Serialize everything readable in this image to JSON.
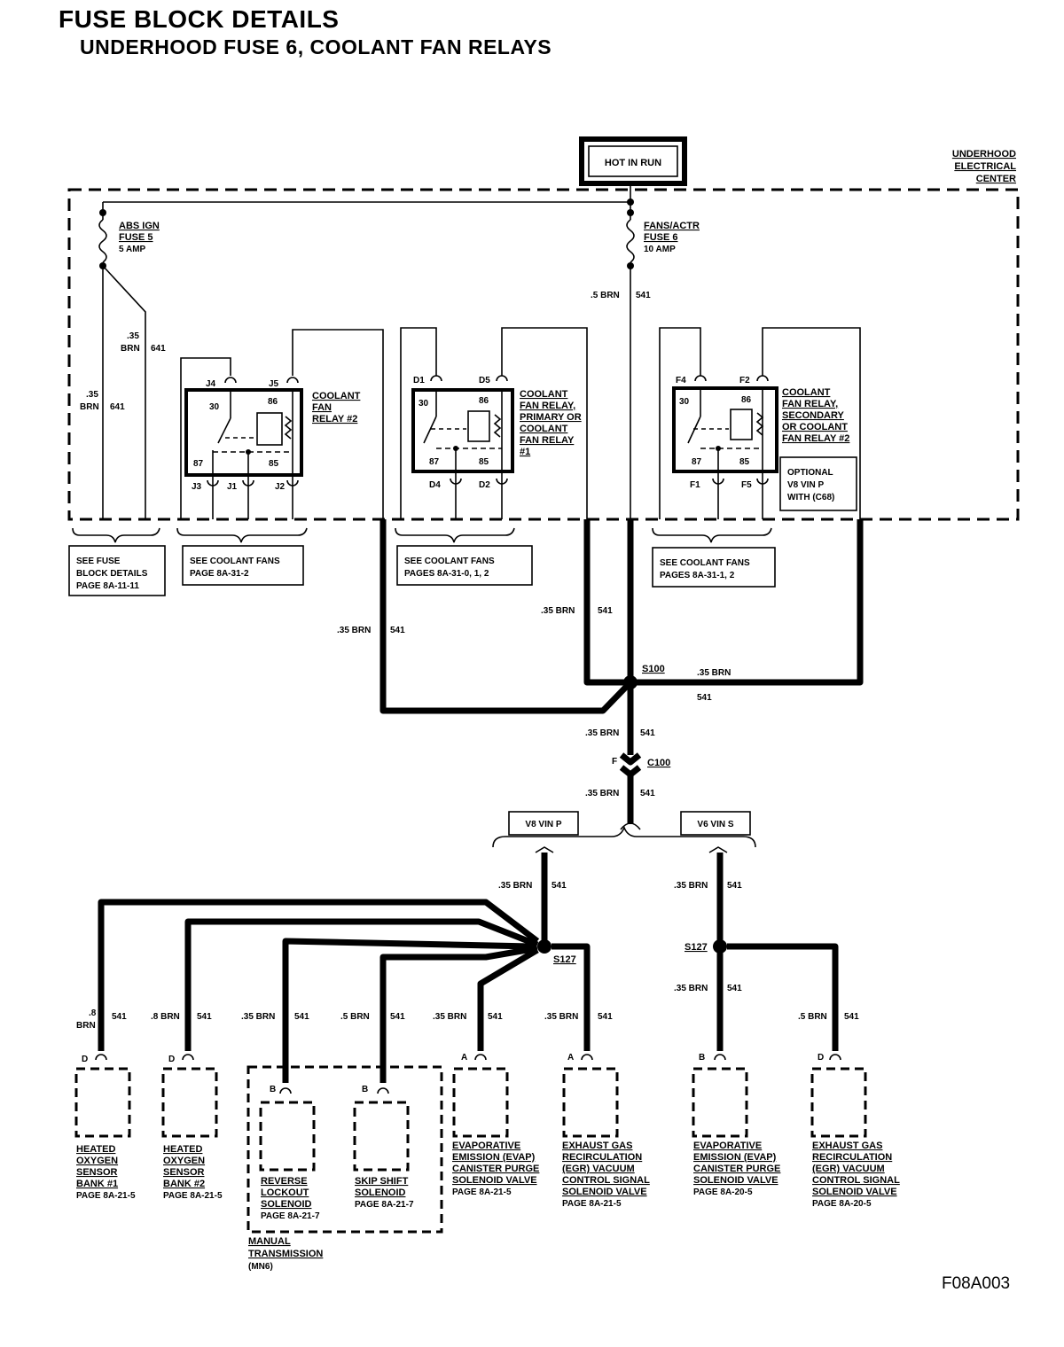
{
  "header": {
    "title": "FUSE BLOCK DETAILS",
    "subtitle": "UNDERHOOD FUSE 6, COOLANT FAN RELAYS"
  },
  "power": {
    "label": "HOT IN RUN"
  },
  "center": {
    "label1": "UNDERHOOD",
    "label2": "ELECTRICAL",
    "label3": "CENTER"
  },
  "fuse5": {
    "name": "ABS IGN",
    "num": "FUSE 5",
    "amp": "5 AMP"
  },
  "fuse6": {
    "name": "FANS/ACTR",
    "num": "FUSE 6",
    "amp": "10 AMP"
  },
  "wires": {
    "main_gauge": ".5 BRN",
    "circuit": "541",
    "brn35": ".35 BRN",
    "brn35_stack_a": ".35",
    "brn35_stack_b": "BRN",
    "c641": "641",
    "brn8": ".8 BRN",
    "g8_a": ".8",
    "g8_b": "BRN",
    "brn5": ".5 BRN"
  },
  "relays": {
    "r2": {
      "l1": "COOLANT",
      "l2": "FAN",
      "l3": "RELAY #2",
      "pins": {
        "j4": "J4",
        "j5": "J5",
        "j3": "J3",
        "j1": "J1",
        "j2": "J2"
      }
    },
    "r1": {
      "l1": "COOLANT",
      "l2": "FAN RELAY,",
      "l3": "PRIMARY OR",
      "l4": "COOLANT",
      "l5": "FAN RELAY",
      "l6": "#1",
      "pins": {
        "d1": "D1",
        "d5": "D5",
        "d4": "D4",
        "d2": "D2"
      }
    },
    "r3": {
      "l1": "COOLANT",
      "l2": "FAN RELAY,",
      "l3": "SECONDARY",
      "l4": "OR COOLANT",
      "l5": "FAN RELAY #2",
      "pins": {
        "f4": "F4",
        "f2": "F2",
        "f1": "F1",
        "f5": "F5"
      }
    },
    "term": {
      "t30": "30",
      "t86": "86",
      "t87": "87",
      "t85": "85"
    }
  },
  "optional": {
    "l1": "OPTIONAL",
    "l2": "V8 VIN P",
    "l3": "WITH (C68)"
  },
  "refs": {
    "fuseblock": {
      "l1": "SEE FUSE",
      "l2": "BLOCK DETAILS",
      "l3": "PAGE 8A-11-11"
    },
    "fans1": {
      "l1": "SEE COOLANT FANS",
      "l2": "PAGE 8A-31-2"
    },
    "fans2": {
      "l1": "SEE COOLANT FANS",
      "l2": "PAGES 8A-31-0, 1, 2"
    },
    "fans3": {
      "l1": "SEE COOLANT FANS",
      "l2": "PAGES 8A-31-1, 2"
    }
  },
  "splices": {
    "s100": "S100",
    "s127a": "S127",
    "s127b": "S127"
  },
  "connector": {
    "name": "C100",
    "pin": "F"
  },
  "engines": {
    "v8": "V8 VIN P",
    "v6": "V6 VIN S"
  },
  "components": {
    "ho2s1": {
      "pin": "D",
      "l1": "HEATED",
      "l2": "OXYGEN",
      "l3": "SENSOR",
      "l4": "BANK #1",
      "l5": "PAGE 8A-21-5"
    },
    "ho2s2": {
      "pin": "D",
      "l1": "HEATED",
      "l2": "OXYGEN",
      "l3": "SENSOR",
      "l4": "BANK #2",
      "l5": "PAGE 8A-21-5"
    },
    "rev": {
      "pin": "B",
      "l1": "REVERSE",
      "l2": "LOCKOUT",
      "l3": "SOLENOID",
      "l4": "PAGE 8A-21-7"
    },
    "skip": {
      "pin": "B",
      "l1": "SKIP SHIFT",
      "l2": "SOLENOID",
      "l3": "PAGE 8A-21-7"
    },
    "mt": {
      "l1": "MANUAL",
      "l2": "TRANSMISSION",
      "l3": "(MN6)"
    },
    "evap1": {
      "pin": "A",
      "l1": "EVAPORATIVE",
      "l2": "EMISSION (EVAP)",
      "l3": "CANISTER PURGE",
      "l4": "SOLENOID VALVE",
      "l5": "PAGE 8A-21-5"
    },
    "egr1": {
      "pin": "A",
      "l1": "EXHAUST GAS",
      "l2": "RECIRCULATION",
      "l3": "(EGR) VACUUM",
      "l4": "CONTROL SIGNAL",
      "l5": "SOLENOID VALVE",
      "l6": "PAGE 8A-21-5"
    },
    "evap2": {
      "pin": "B",
      "l1": "EVAPORATIVE",
      "l2": "EMISSION (EVAP)",
      "l3": "CANISTER PURGE",
      "l4": "SOLENOID VALVE",
      "l5": "PAGE 8A-20-5"
    },
    "egr2": {
      "pin": "D",
      "l1": "EXHAUST GAS",
      "l2": "RECIRCULATION",
      "l3": "(EGR) VACUUM",
      "l4": "CONTROL  SIGNAL",
      "l5": "SOLENOID VALVE",
      "l6": "PAGE 8A-20-5"
    }
  },
  "figure_id": "F08A003"
}
